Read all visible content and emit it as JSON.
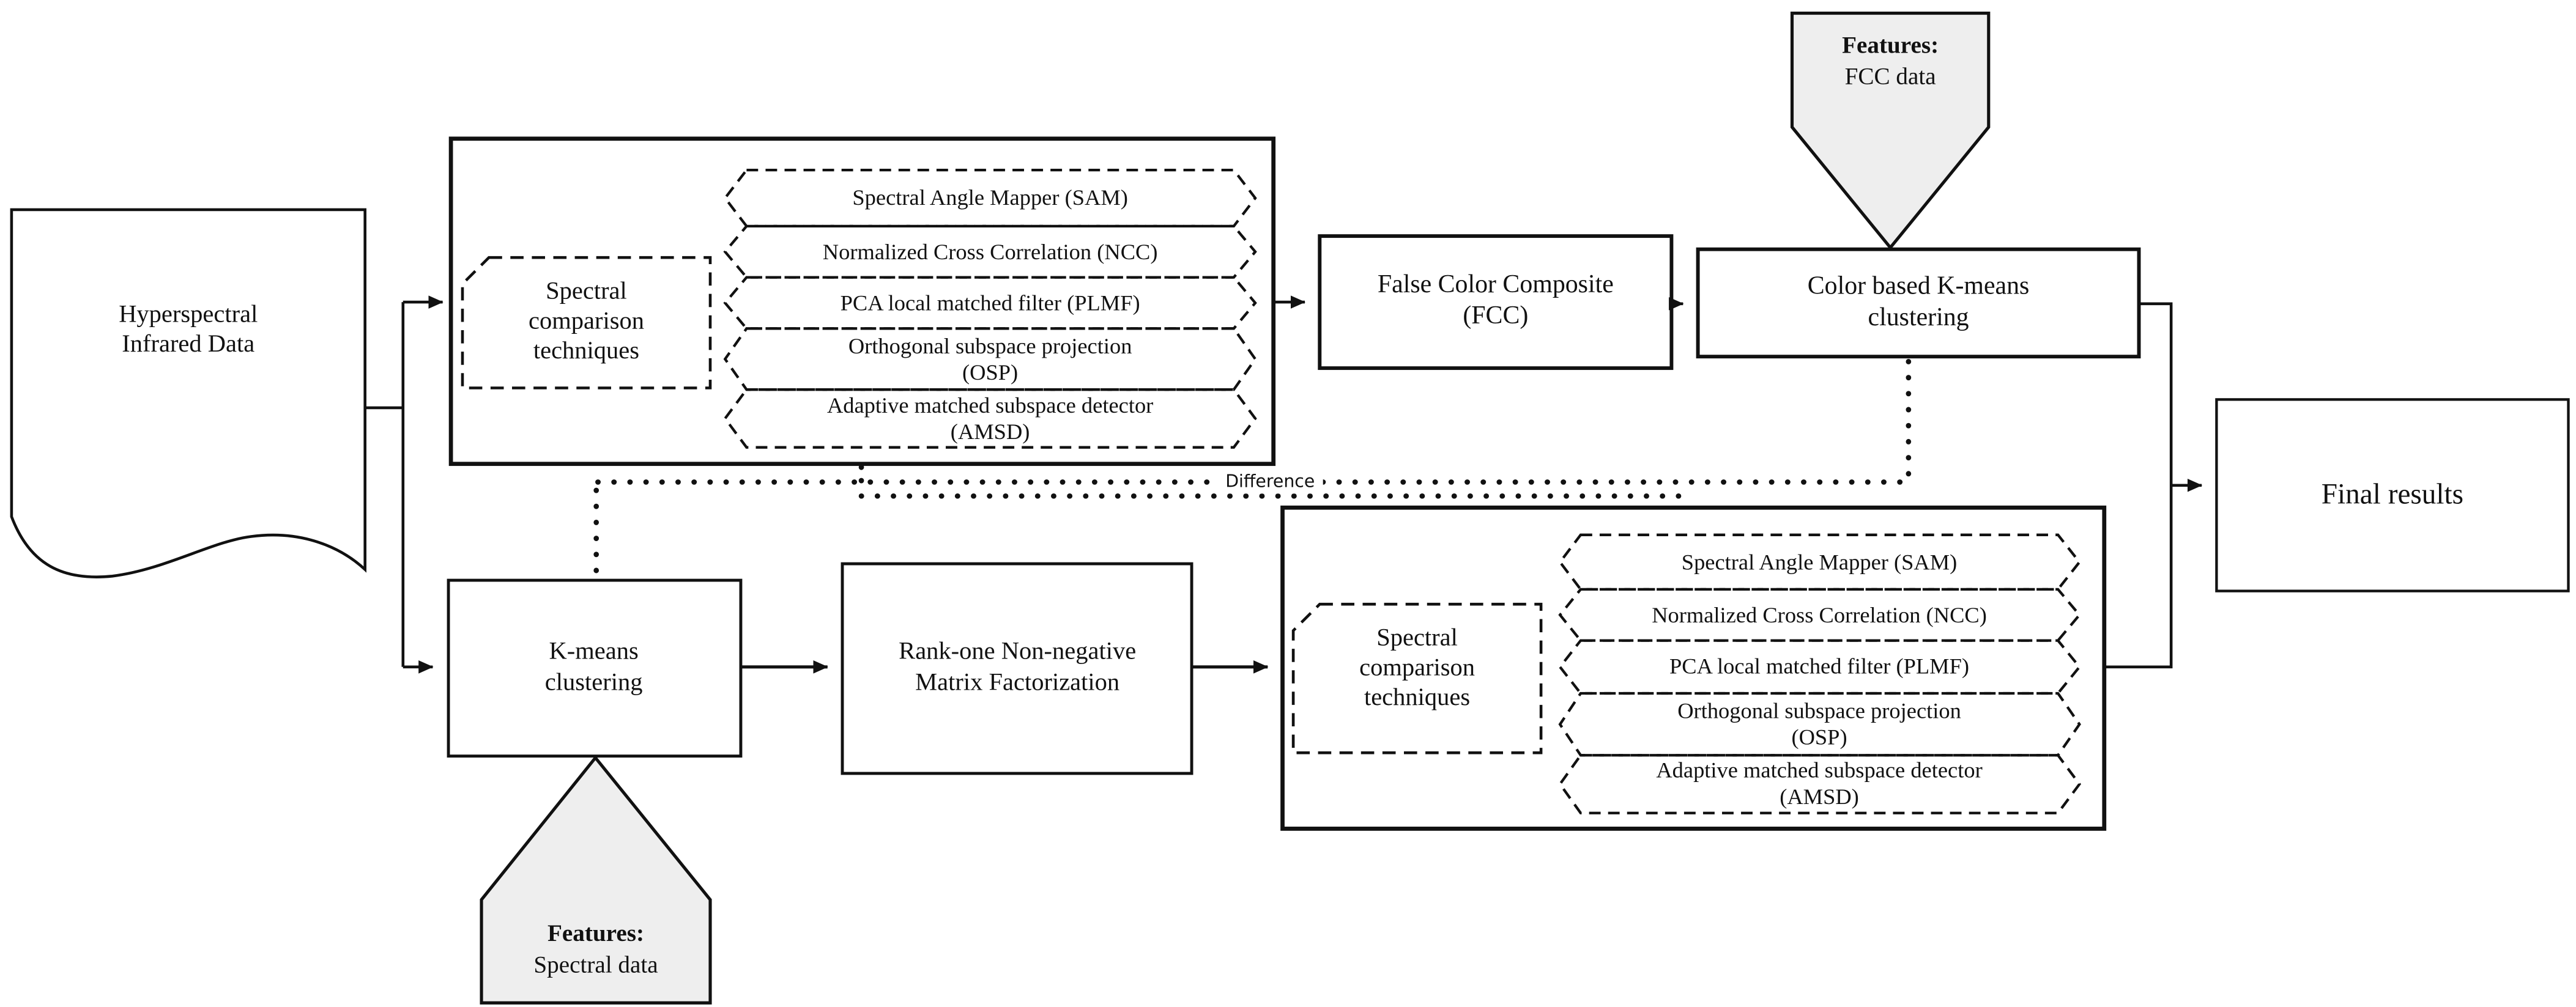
{
  "nodes": {
    "input_data": "Hyperspectral\nInfrared Data",
    "spectral_comparison": "Spectral\ncomparison\ntechniques",
    "fcc": "False Color Composite\n(FCC)",
    "color_kmeans": "Color based K-means\nclustering",
    "kmeans": "K-means\nclustering",
    "rank_one": "Rank-one Non-negative\nMatrix Factorization",
    "final_results": "Final results"
  },
  "techniques": [
    "Spectral Angle Mapper (SAM)",
    "Normalized Cross Correlation (NCC)",
    "PCA local matched  filter (PLMF)",
    "Orthogonal subspace projection\n(OSP)",
    "Adaptive matched subspace detector\n(AMSD)"
  ],
  "badges": {
    "fcc_features": {
      "title": "Features:",
      "value": "FCC data"
    },
    "spectral_features": {
      "title": "Features:",
      "value": "Spectral data"
    }
  },
  "edge_labels": {
    "difference": "Difference"
  },
  "colors": {
    "line": "#111111",
    "badge_fill": "#eeeeee",
    "background": "#ffffff"
  }
}
